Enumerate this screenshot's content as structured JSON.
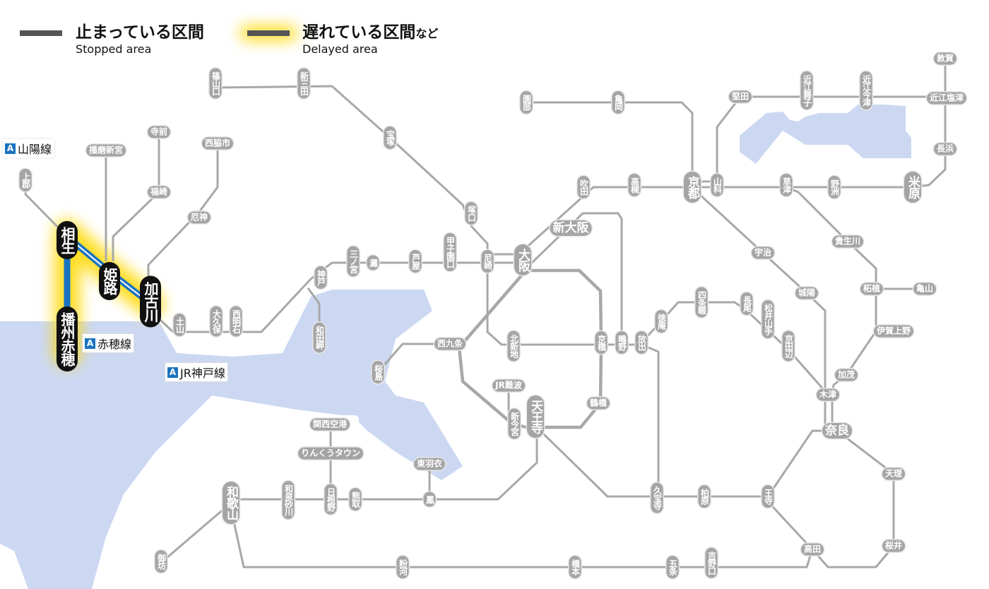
{
  "legend": {
    "stopped_jp": "止まっている区間",
    "stopped_en": "Stopped area",
    "delayed_jp": "遅れている区間",
    "delayed_suffix": "など",
    "delayed_en": "Delayed area"
  },
  "line_labels": {
    "badge": "A",
    "sanyo": "山陽線",
    "ako": "赤穂線",
    "kobe": "JR神戸線"
  },
  "colors": {
    "line": "#a8a8a8",
    "delayed": "#1a73c0",
    "glow": "#ffd800",
    "water": "#ccd8f2",
    "stopped": "#111111"
  },
  "stations": {
    "sasayamaguchi": "篠山口",
    "shinsanda": "新三田",
    "takarazuka": "宝塚",
    "sonobe": "園部",
    "kameoka": "亀岡",
    "katata": "堅田",
    "omimaiko": "近江舞子",
    "omiimazu": "近江今津",
    "tsuruga": "敦賀",
    "omishiotsu": "近江塩津",
    "nagahama": "長浜",
    "maibara": "米原",
    "yasu": "野洲",
    "kusatsu": "草津",
    "yamashina": "山科",
    "kyoto": "京都",
    "takatsuki": "高槻",
    "suita": "吹田",
    "shinosaka": "新大阪",
    "osaka": "大阪",
    "amagasaki": "尼崎",
    "tsukaguchi": "塚口",
    "koshienguchi": "甲子園口",
    "ashiya": "芦屋",
    "nada": "灘",
    "sannomiya": "三ノ宮",
    "kobe": "神戸",
    "wadamisaki": "和田岬",
    "nishiakashi": "西明石",
    "okubo": "大久保",
    "tsuchiyama": "土山",
    "kakogawa": "加古川",
    "himeji": "姫路",
    "aioi": "相生",
    "banshuako": "播州赤穂",
    "kamigori": "上郡",
    "harimashingu": "播磨新宮",
    "teramae": "寺前",
    "fukusaki": "福崎",
    "nishiwakishi": "西脇市",
    "yakujin": "厄神",
    "uji": "宇治",
    "kibukawa": "貴生川",
    "joyo": "城陽",
    "tsuge": "柘植",
    "kameyama": "亀山",
    "igaueno": "伊賀上野",
    "kamo": "加茂",
    "kizu": "木津",
    "nara": "奈良",
    "tenri": "天理",
    "sakurai": "桜井",
    "takada": "高田",
    "oji": "王寺",
    "kashiwara": "柏原",
    "kyuhoji": "久宝寺",
    "shijonawate": "四条畷",
    "nagao": "長尾",
    "matsuiyamate": "松井山手",
    "kyotanabe": "京田辺",
    "tokuan": "徳庵",
    "hanaten": "放出",
    "shigino": "鴫野",
    "kyobashi": "京橋",
    "kitashinchi": "北新地",
    "nishikujo": "西九条",
    "sakurajima": "桜島",
    "jrnamba": "JR難波",
    "shinimamiya": "新今宮",
    "tennoji": "天王寺",
    "tsuruhashi": "鶴橋",
    "kansaiairport": "関西空港",
    "rinkutown": "りんくうタウン",
    "higashihagoromo": "東羽衣",
    "otori": "鳳",
    "kumatori": "熊取",
    "hineno": "日根野",
    "izumisunagawa": "和泉砂川",
    "wakayama": "和歌山",
    "gobo": "御坊",
    "kokawa": "粉河",
    "hashimoto": "橋本",
    "gojo": "五条",
    "yoshinoguchi": "吉野口"
  }
}
